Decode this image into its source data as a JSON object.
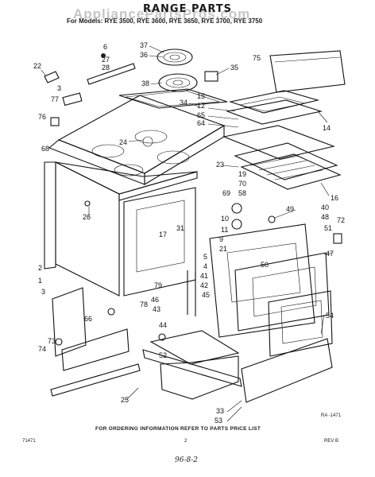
{
  "watermark": "AppliancePartsPros.com",
  "title": "RANGE PARTS",
  "subtitle": "For Models: RYE 3500, RYE 3600, RYE 3650, RYE 3700, RYE 3750",
  "footer_note": "FOR ORDERING INFORMATION REFER TO PARTS PRICE LIST",
  "ref_code": "RA -1471",
  "doc_code": "71471",
  "page_number": "2",
  "revision": "REV B",
  "handwritten_note": "96-8-2",
  "callouts": [
    "6",
    "37",
    "36",
    "35",
    "22",
    "27",
    "28",
    "75",
    "38",
    "3",
    "77",
    "76",
    "34",
    "15",
    "12",
    "65",
    "64",
    "14",
    "24",
    "68",
    "23",
    "19",
    "70",
    "58",
    "69",
    "16",
    "26",
    "10",
    "11",
    "49",
    "40",
    "48",
    "72",
    "51",
    "17",
    "31",
    "21",
    "9",
    "50",
    "5",
    "47",
    "4",
    "41",
    "42",
    "2",
    "1",
    "79",
    "3",
    "46",
    "45",
    "43",
    "78",
    "66",
    "44",
    "73",
    "52",
    "54",
    "74",
    "25",
    "33",
    "53"
  ]
}
